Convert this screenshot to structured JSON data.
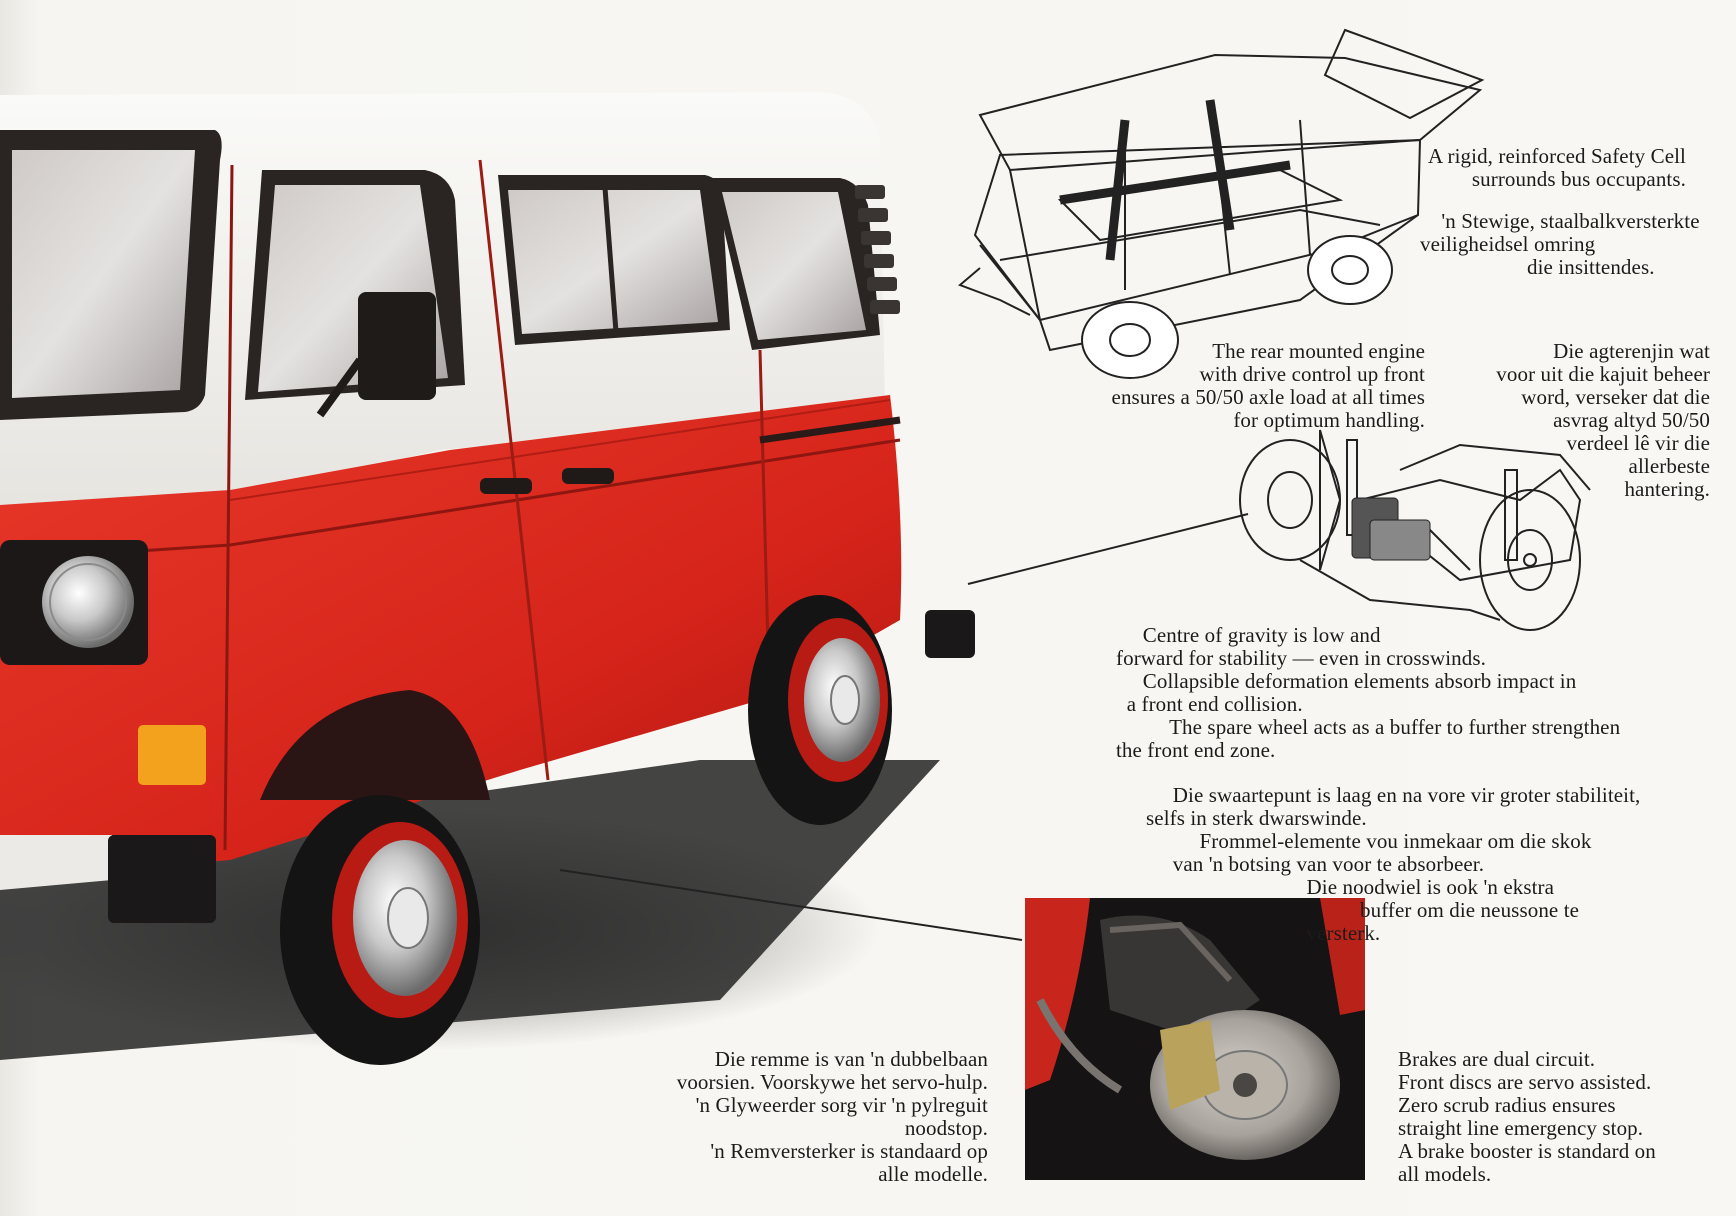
{
  "captions": {
    "safety_en": "A rigid, reinforced Safety Cell\n surrounds bus occupants.",
    "safety_af": "    'n Stewige, staalbalkversterkte\nveiligheidsel omring\n                    die insittendes.",
    "engine_en": "The rear mounted engine\nwith drive control up front\nensures a 50/50 axle load at all times\nfor optimum handling.",
    "engine_af": "Die agterenjin wat\nvoor uit die kajuit beheer\nword, verseker dat die\nasvrag altyd 50/50\nverdeel lê vir die\nallerbeste\nhantering.",
    "gravity_en": "     Centre of gravity is low and\nforward for stability — even in crosswinds.\n     Collapsible deformation elements absorb impact in\n  a front end collision.\n          The spare wheel acts as a buffer to further strengthen\nthe front end zone.",
    "gravity_af": "     Die swaartepunt is laag en na vore vir groter stabiliteit,\nselfs in sterk dwarswinde.\n          Frommel-elemente vou inmekaar om die skok\n     van 'n botsing van voor te absorbeer.\n                              Die noodwiel is ook 'n ekstra\n                                        buffer om die neussone te\n                              versterk.",
    "brakes_af": "Die remme is van 'n dubbelbaan\nvoorsien. Voorskywe het servo-hulp.\n'n Glyweerder sorg vir 'n pylreguit\nnoodstop.\n'n Remversterker is standaard op\nalle modelle.",
    "brakes_en": "Brakes are dual circuit.\nFront discs are servo assisted.\nZero scrub radius ensures\nstraight line emergency stop.\nA brake booster is standard on\nall models."
  },
  "colors": {
    "van_red": "#d8281c",
    "van_white": "#f1efea",
    "paper": "#f8f7f3"
  }
}
